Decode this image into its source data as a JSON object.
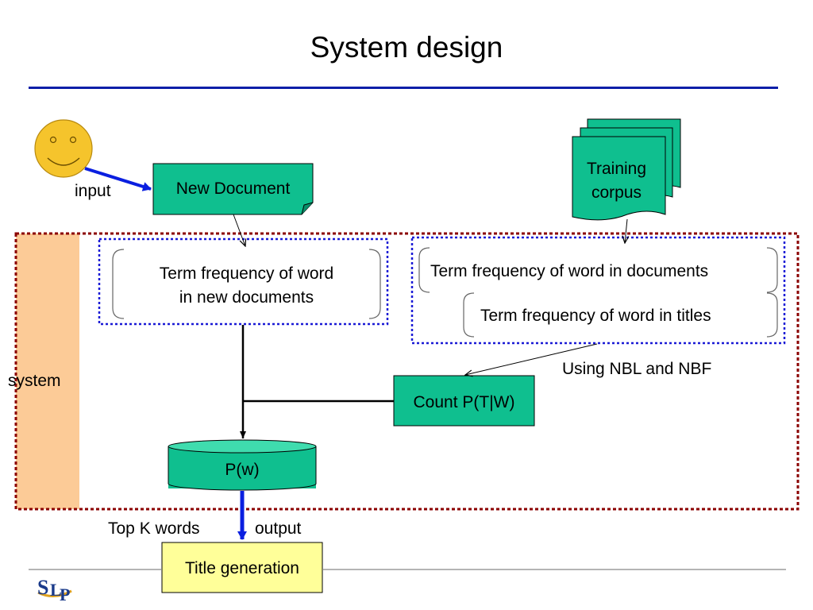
{
  "slide": {
    "title": "System design"
  },
  "labels": {
    "input": "input",
    "system": "system",
    "using_nbl_nbf": "Using NBL and NBF",
    "top_k_words": "Top K words",
    "output": "output"
  },
  "nodes": {
    "new_document": "New Document",
    "training_corpus_line1": "Training",
    "training_corpus_line2": "corpus",
    "tf_new_docs_line1": "Term frequency of word",
    "tf_new_docs_line2": "in new documents",
    "tf_documents": "Term frequency of word in documents",
    "tf_titles": "Term frequency of word in titles",
    "count_ptw": "Count P(T|W)",
    "pw": "P(w)",
    "title_generation": "Title generation"
  },
  "colors": {
    "process_fill": "#0fbf8f",
    "system_band": "#fccb97",
    "system_border": "#8b0000",
    "group_border": "#1a1ad6",
    "title_rule": "#0b1fa8",
    "arrow_blue": "#0a1fe0",
    "smiley_fill": "#f5c42c",
    "output_fill": "#ffff99"
  },
  "icons": {
    "user": "smiley-face-icon",
    "logo": "slp-logo-icon"
  }
}
